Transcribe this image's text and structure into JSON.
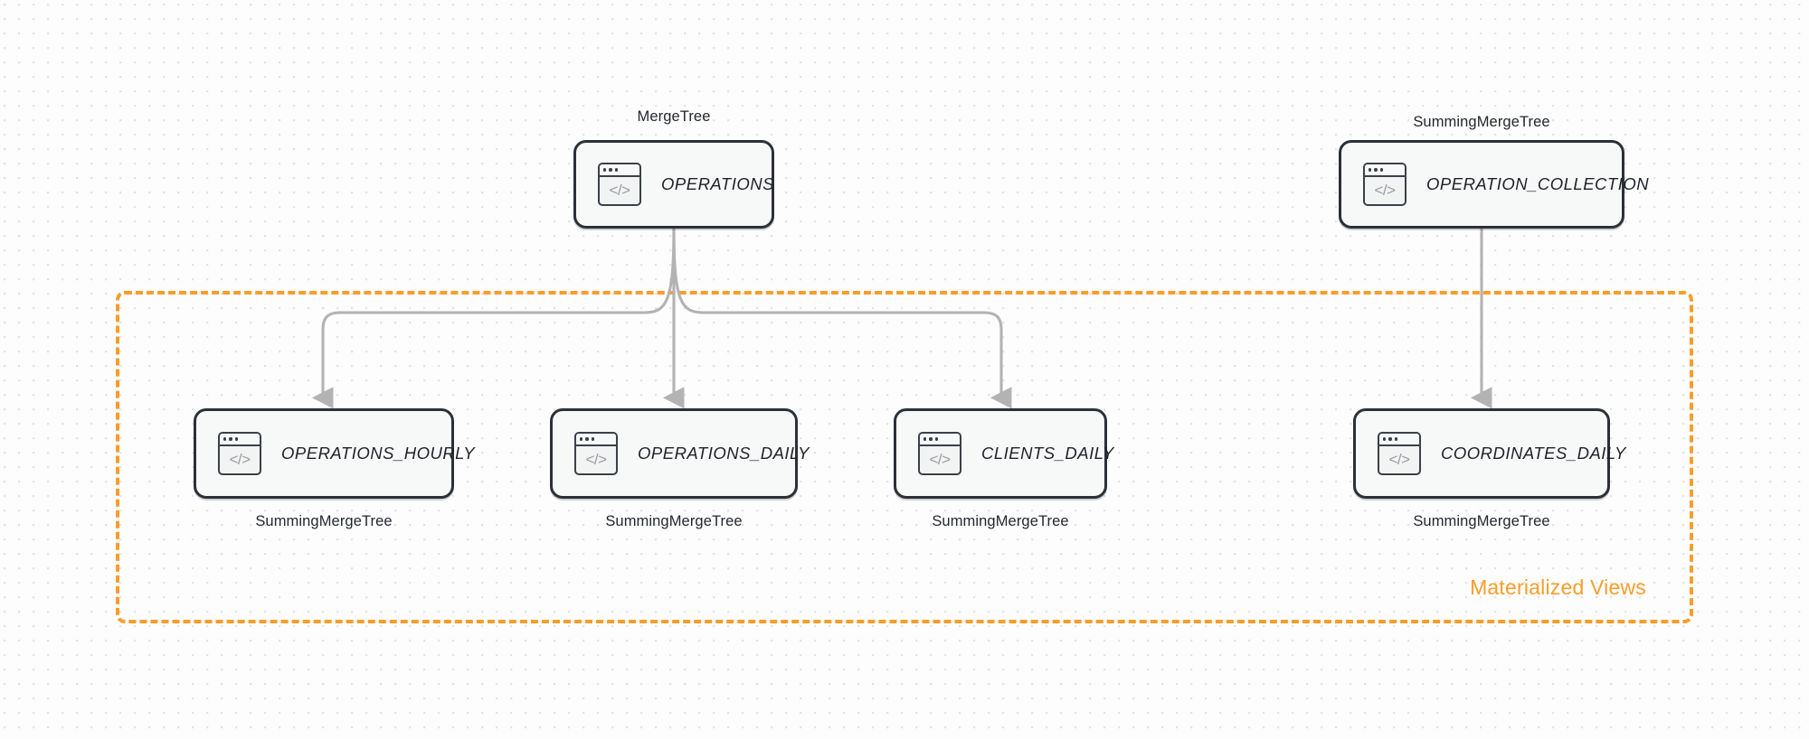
{
  "diagram": {
    "title": "ClickHouse table and materialized view lineage",
    "background_color": "#fdfdfd",
    "node_border_color": "#2c3038",
    "node_fill_color": "#f7f8f8",
    "edge_color": "#b3b3b3",
    "accent_color": "#f89d2a"
  },
  "group": {
    "label": "Materialized Views",
    "style": "dashed",
    "color": "#f89d2a"
  },
  "icons": {
    "code_window": "code-window-icon",
    "code_glyph": "</>"
  },
  "nodes": [
    {
      "id": "operations",
      "label": "OPERATIONS",
      "engine": "MergeTree",
      "engine_position": "above",
      "icon": "code-window-icon"
    },
    {
      "id": "operation_collection",
      "label": "OPERATION_COLLECTION",
      "engine": "SummingMergeTree",
      "engine_position": "above",
      "icon": "code-window-icon"
    },
    {
      "id": "operations_hourly",
      "label": "OPERATIONS_HOURLY",
      "engine": "SummingMergeTree",
      "engine_position": "below",
      "icon": "code-window-icon"
    },
    {
      "id": "operations_daily",
      "label": "OPERATIONS_DAILY",
      "engine": "SummingMergeTree",
      "engine_position": "below",
      "icon": "code-window-icon"
    },
    {
      "id": "clients_daily",
      "label": "CLIENTS_DAILY",
      "engine": "SummingMergeTree",
      "engine_position": "below",
      "icon": "code-window-icon"
    },
    {
      "id": "coordinates_daily",
      "label": "COORDINATES_DAILY",
      "engine": "SummingMergeTree",
      "engine_position": "below",
      "icon": "code-window-icon"
    }
  ],
  "edges": [
    {
      "from": "operations",
      "to": "operations_hourly"
    },
    {
      "from": "operations",
      "to": "operations_daily"
    },
    {
      "from": "operations",
      "to": "clients_daily"
    },
    {
      "from": "operation_collection",
      "to": "coordinates_daily"
    }
  ]
}
